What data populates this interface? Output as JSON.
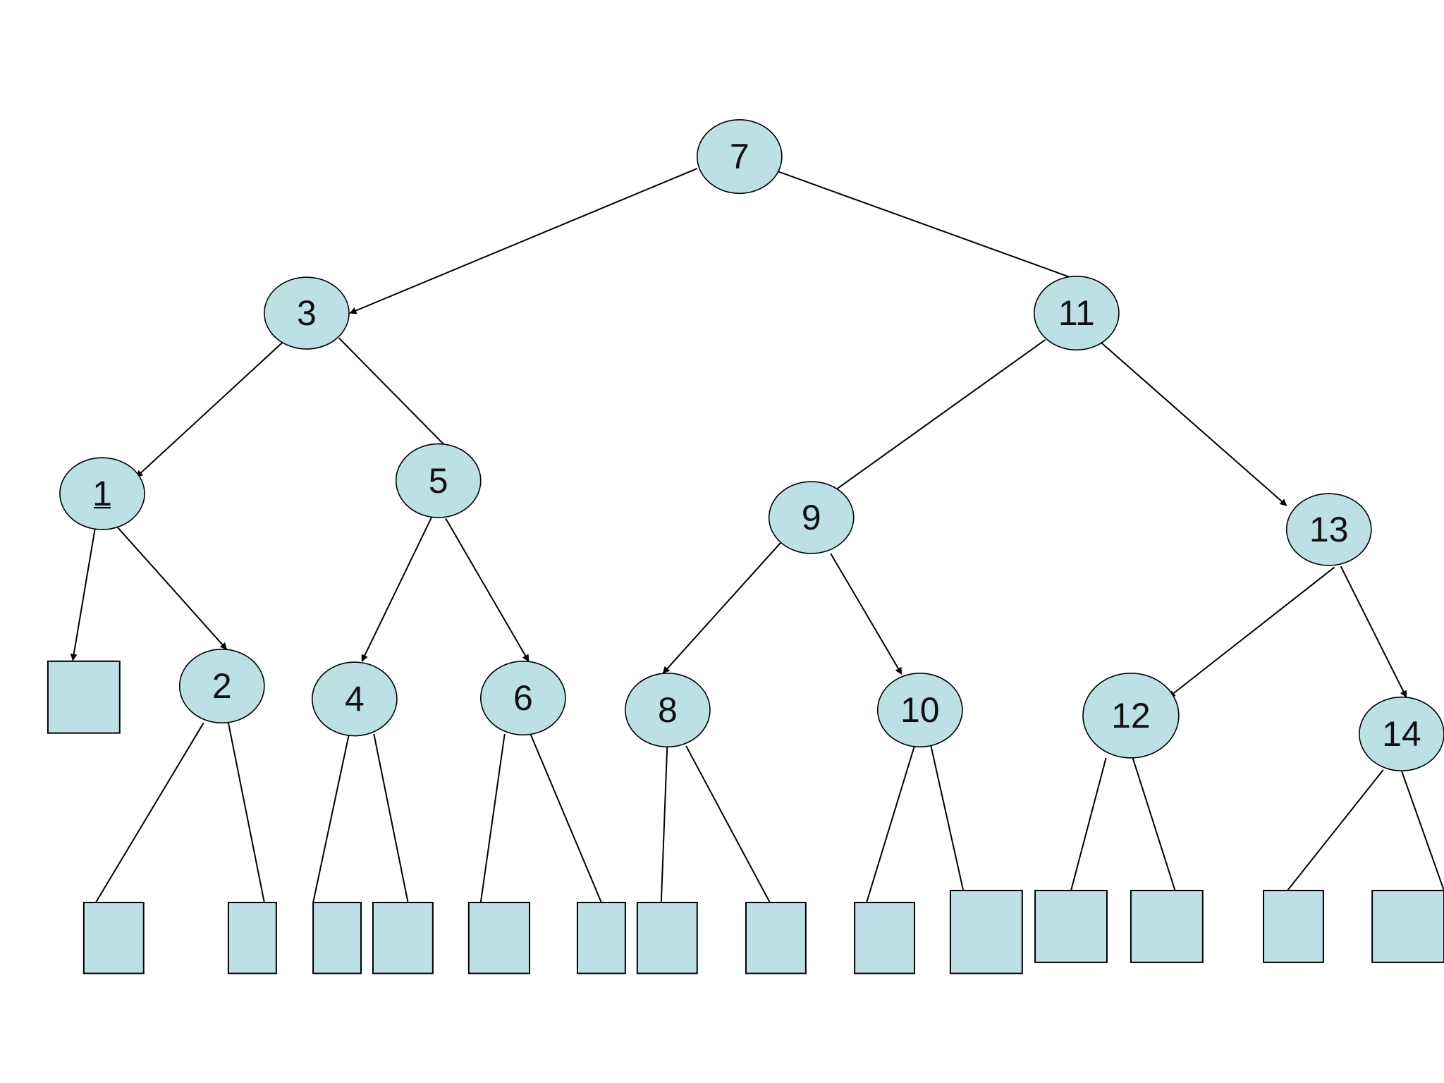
{
  "diagram": {
    "type": "binary-search-tree",
    "nodes": [
      {
        "id": "n7",
        "label": "7"
      },
      {
        "id": "n3",
        "label": "3"
      },
      {
        "id": "n11",
        "label": "11"
      },
      {
        "id": "n1",
        "label": "1",
        "underlined": true
      },
      {
        "id": "n5",
        "label": "5"
      },
      {
        "id": "n9",
        "label": "9"
      },
      {
        "id": "n13",
        "label": "13"
      },
      {
        "id": "n2",
        "label": "2"
      },
      {
        "id": "n4",
        "label": "4"
      },
      {
        "id": "n6",
        "label": "6"
      },
      {
        "id": "n8",
        "label": "8"
      },
      {
        "id": "n10",
        "label": "10"
      },
      {
        "id": "n12",
        "label": "12"
      },
      {
        "id": "n14",
        "label": "14"
      }
    ],
    "leaves": [
      "L1",
      "L2",
      "L3",
      "L4",
      "L5",
      "L6",
      "L7",
      "L8",
      "L9",
      "L10",
      "L11",
      "L12",
      "L13",
      "L14",
      "L15"
    ],
    "edges": [
      {
        "from": "n7",
        "to": "n3",
        "arrow": true
      },
      {
        "from": "n7",
        "to": "n11",
        "arrow": false
      },
      {
        "from": "n3",
        "to": "n1",
        "arrow": true
      },
      {
        "from": "n3",
        "to": "n5",
        "arrow": true
      },
      {
        "from": "n11",
        "to": "n9",
        "arrow": true
      },
      {
        "from": "n11",
        "to": "n13",
        "arrow": true
      },
      {
        "from": "n1",
        "to": "L1",
        "arrow": true
      },
      {
        "from": "n1",
        "to": "n2",
        "arrow": true
      },
      {
        "from": "n5",
        "to": "n4",
        "arrow": true
      },
      {
        "from": "n5",
        "to": "n6",
        "arrow": true
      },
      {
        "from": "n9",
        "to": "n8",
        "arrow": true
      },
      {
        "from": "n9",
        "to": "n10",
        "arrow": true
      },
      {
        "from": "n13",
        "to": "n12",
        "arrow": true
      },
      {
        "from": "n13",
        "to": "n14",
        "arrow": true
      },
      {
        "from": "n2",
        "to": "L2",
        "arrow": false
      },
      {
        "from": "n2",
        "to": "L3",
        "arrow": false
      },
      {
        "from": "n4",
        "to": "L4",
        "arrow": false
      },
      {
        "from": "n4",
        "to": "L5",
        "arrow": false
      },
      {
        "from": "n6",
        "to": "L6",
        "arrow": false
      },
      {
        "from": "n6",
        "to": "L7",
        "arrow": false
      },
      {
        "from": "n8",
        "to": "L8",
        "arrow": false
      },
      {
        "from": "n8",
        "to": "L9",
        "arrow": false
      },
      {
        "from": "n10",
        "to": "L10",
        "arrow": false
      },
      {
        "from": "n10",
        "to": "L11",
        "arrow": false
      },
      {
        "from": "n12",
        "to": "L12",
        "arrow": false
      },
      {
        "from": "n12",
        "to": "L13",
        "arrow": false
      },
      {
        "from": "n14",
        "to": "L14",
        "arrow": false
      },
      {
        "from": "n14",
        "to": "L15",
        "arrow": false
      }
    ],
    "colors": {
      "fill": "#bce0e3",
      "stroke": "#000000",
      "text": "#111111"
    }
  }
}
